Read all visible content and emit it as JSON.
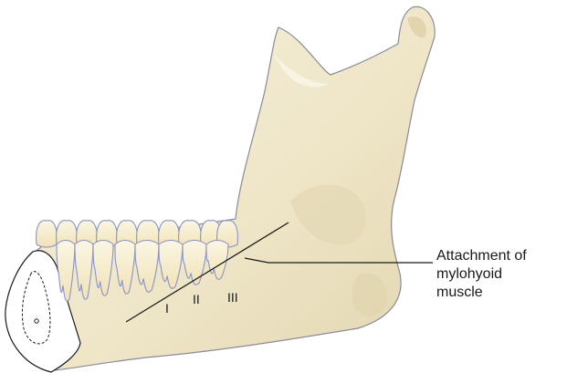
{
  "diagram": {
    "callout_lines": [
      "Attachment of",
      "mylohyoid",
      "muscle"
    ],
    "region_labels": [
      "I",
      "II",
      "III"
    ],
    "colors": {
      "bone": "#f1ead4",
      "bone_shadow": "#ddd2ae",
      "bone_outline": "#7b7b8a",
      "tooth": "#f7efd6",
      "tooth_outline": "#8a93c6",
      "line": "#1a1a1a"
    }
  }
}
